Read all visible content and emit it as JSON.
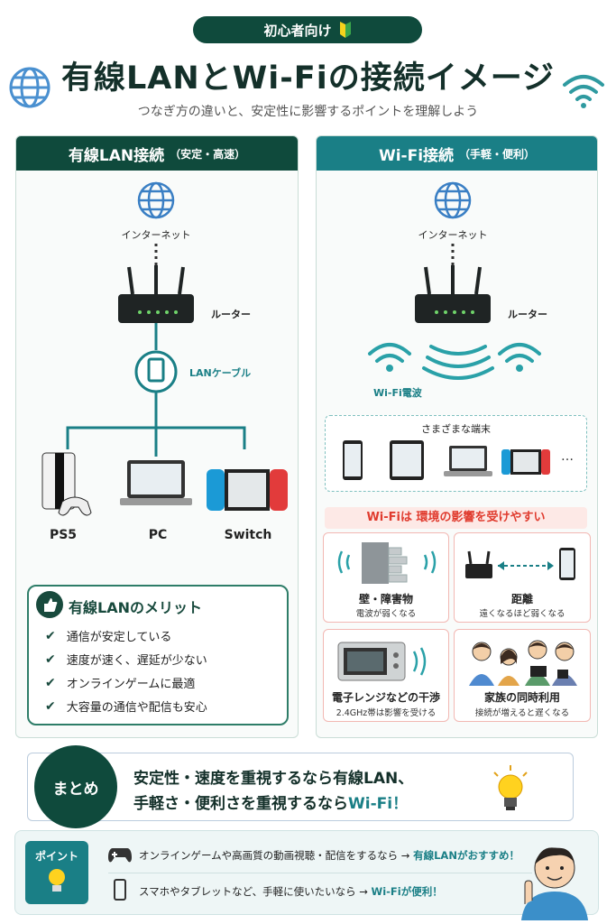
{
  "header": {
    "badge": "初心者向け",
    "title": "有線LANとWi-Fiの接続イメージ",
    "subtitle": "つなぎ方の違いと、安定性に影響するポイントを理解しよう"
  },
  "wired": {
    "title": "有線LAN接続",
    "tag": "（安定・高速）",
    "internet": "インターネット",
    "router": "ルーター",
    "cable": "LANケーブル",
    "devices": [
      "PS5",
      "PC",
      "Switch"
    ],
    "merit_title": "有線LANのメリット",
    "merits": [
      "通信が安定している",
      "速度が速く、遅延が少ない",
      "オンラインゲームに最適",
      "大容量の通信や配信も安心"
    ]
  },
  "wifi": {
    "title": "Wi-Fi接続",
    "tag": "（手軽・便利）",
    "internet": "インターネット",
    "router": "ルーター",
    "wave": "Wi-Fi電波",
    "devices_label": "さまざまな端末",
    "ellipsis": "…",
    "warning": "Wi-Fiは 環境の影響を受けやすい",
    "factors": [
      {
        "title": "壁・障害物",
        "desc": "電波が弱くなる"
      },
      {
        "title": "距離",
        "desc": "遠くなるほど弱くなる"
      },
      {
        "title": "電子レンジなどの干渉",
        "desc": "2.4GHz帯は影響を受ける"
      },
      {
        "title": "家族の同時利用",
        "desc": "接続が増えると遅くなる"
      }
    ]
  },
  "summary": {
    "label": "まとめ",
    "line1": "安定性・速度を重視するなら有線LAN、",
    "line2_prefix": "手軽さ・便利さを重視するなら",
    "line2_highlight": "Wi-Fi！"
  },
  "point": {
    "label": "ポイント",
    "line1_prefix": "オンラインゲームや高画質の動画視聴・配信をするなら →",
    "line1_highlight": "有線LANがおすすめ！",
    "line2_prefix": "スマホやタブレットなど、手軽に使いたいなら →",
    "line2_highlight": "Wi-Fiが便利！"
  },
  "colors": {
    "wired": "#0f4a3c",
    "wifi": "#1a7f86",
    "warning": "#e03b2e",
    "accent": "#1a7f86"
  }
}
